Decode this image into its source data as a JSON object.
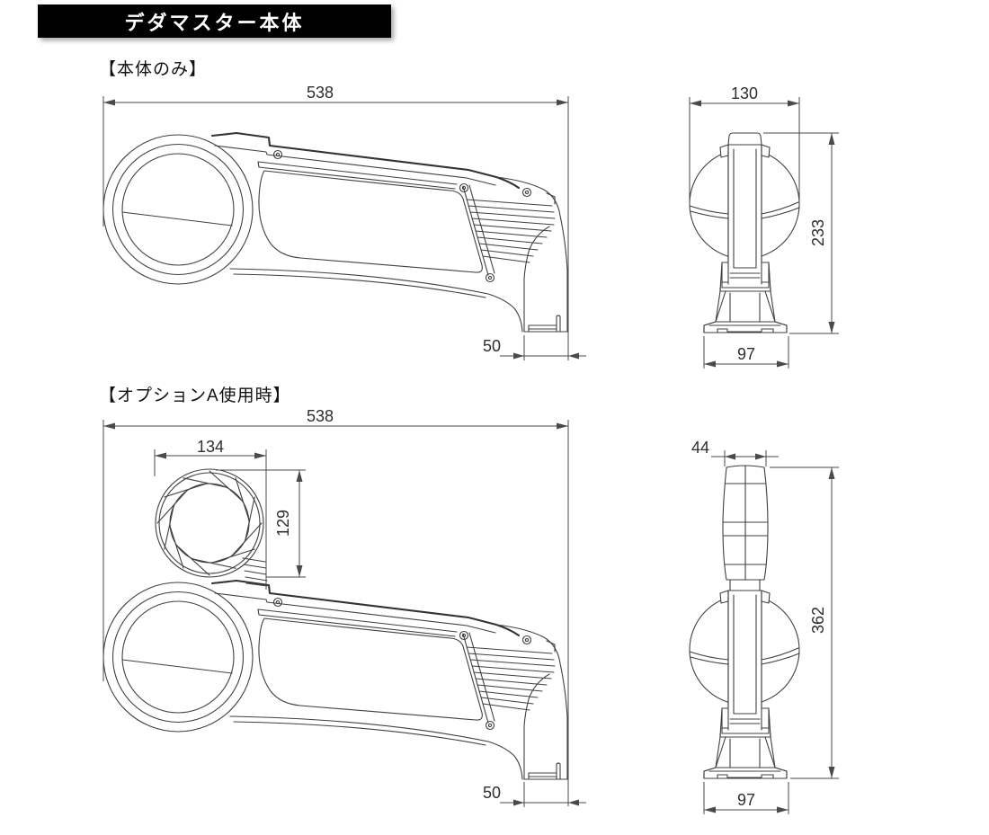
{
  "header": {
    "title": "デダマスター本体"
  },
  "sections": {
    "body_only": {
      "label": "【本体のみ】",
      "side_view": {
        "overall_width": "538",
        "foot_depth": "50"
      },
      "front_view": {
        "head_width": "130",
        "overall_height": "233",
        "base_width": "97"
      }
    },
    "option_a": {
      "label": "【オプションA使用時】",
      "side_view": {
        "overall_width": "538",
        "attachment_width": "134",
        "attachment_height": "129",
        "foot_depth": "50"
      },
      "front_view": {
        "attachment_depth": "44",
        "overall_height": "362",
        "base_width": "97"
      }
    }
  },
  "colors": {
    "line": "#404040",
    "dimension": "#4a4a4a",
    "header_bg": "#000000",
    "header_text": "#ffffff"
  }
}
